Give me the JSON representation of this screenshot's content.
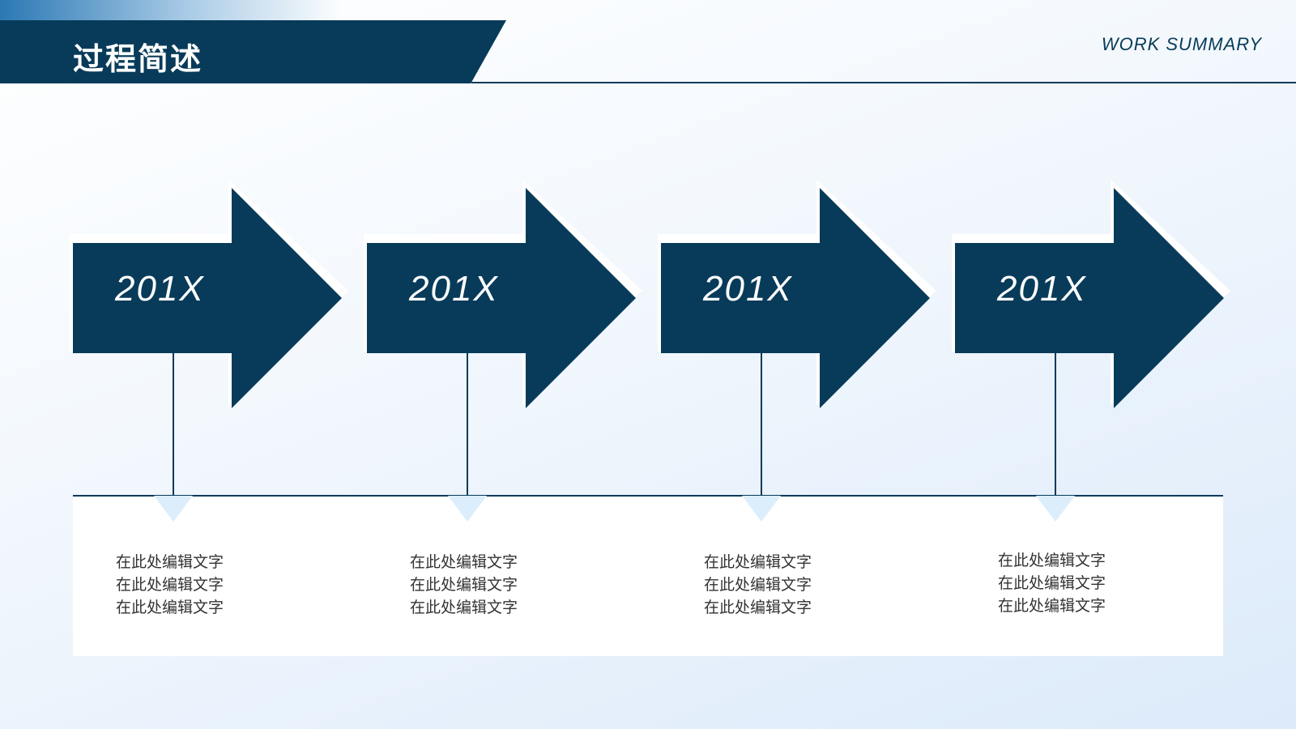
{
  "header": {
    "title": "过程简述",
    "subtitle": "WORK SUMMARY"
  },
  "steps": [
    {
      "year": "201X",
      "lines": [
        "在此处编辑文字",
        "在此处编辑文字",
        "在此处编辑文字"
      ]
    },
    {
      "year": "201X",
      "lines": [
        "在此处编辑文字",
        "在此处编辑文字",
        "在此处编辑文字"
      ]
    },
    {
      "year": "201X",
      "lines": [
        "在此处编辑文字",
        "在此处编辑文字",
        "在此处编辑文字"
      ]
    },
    {
      "year": "201X",
      "lines": [
        "在此处编辑文字",
        "在此处编辑文字",
        "在此处编辑文字"
      ]
    }
  ],
  "colors": {
    "primary": "#083b5a",
    "background": "#eaf3fc",
    "panel": "#ffffff"
  }
}
